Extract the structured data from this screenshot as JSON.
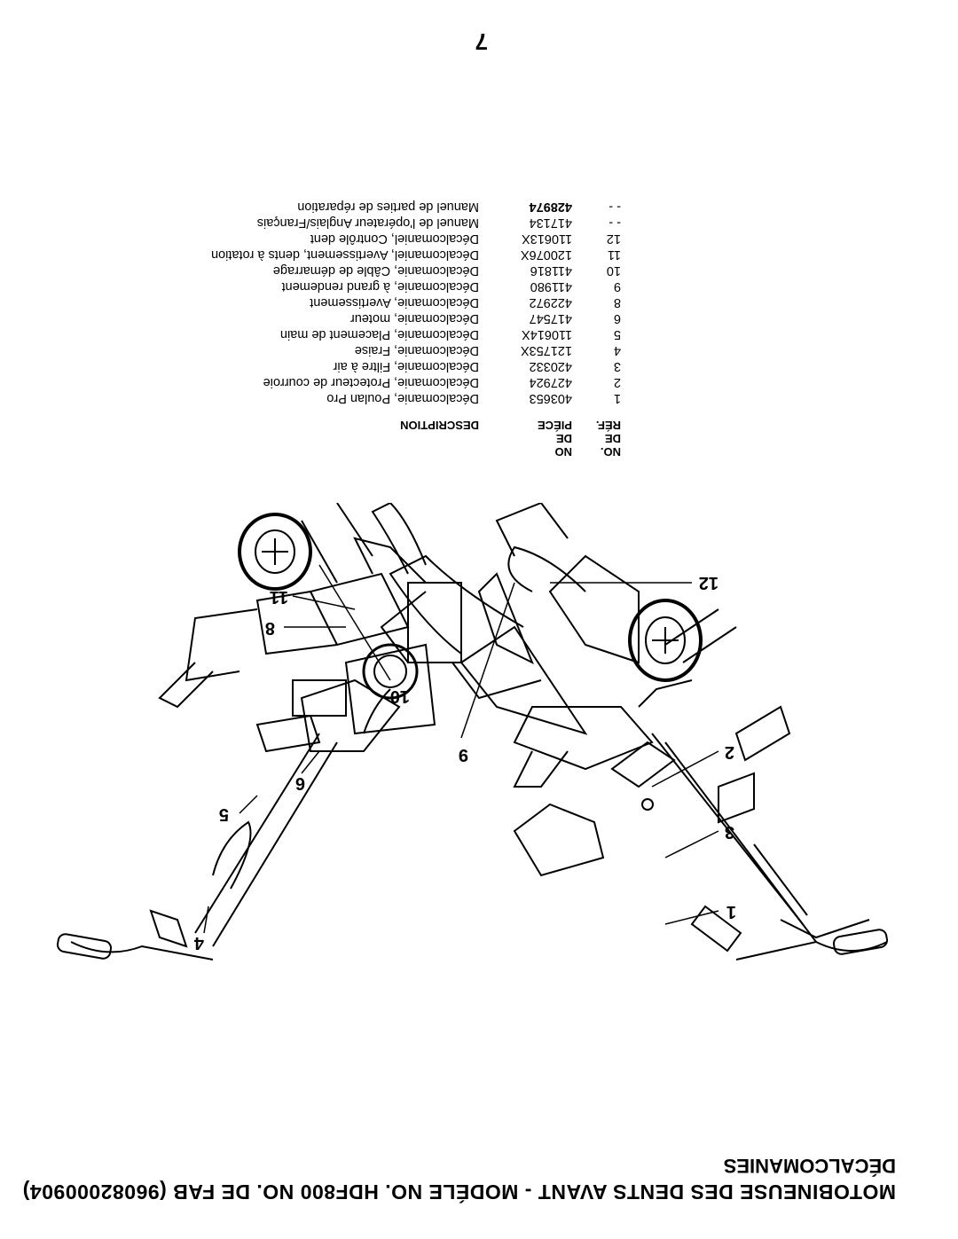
{
  "header": {
    "title": "MOTOBINEUSE DES DENTS AVANT - MODÉLE NO. HDF800 NO. DE FAB (96082000904)",
    "subtitle": "DÉCALCOMANIES"
  },
  "page_number": "7",
  "table": {
    "headers": {
      "ref": [
        "NO.",
        "DE",
        "RÉF."
      ],
      "part": [
        "NO",
        "DE",
        "PIÉCE"
      ],
      "desc": "DESCRIPTION"
    },
    "rows": [
      {
        "ref": "1",
        "part": "403653",
        "desc": "Décalcomanie, Poulan Pro"
      },
      {
        "ref": "2",
        "part": "427924",
        "desc": "Décalcomanie, Protecteur de courroie"
      },
      {
        "ref": "3",
        "part": "420332",
        "desc": "Décalcomanie, Filtre à air"
      },
      {
        "ref": "4",
        "part": "121753X",
        "desc": "Décalcomanie, Fraise"
      },
      {
        "ref": "5",
        "part": "110614X",
        "desc": "Décalcomanie, Placement de main"
      },
      {
        "ref": "6",
        "part": "417547",
        "desc": "Décalcomanie, moteur"
      },
      {
        "ref": "8",
        "part": "422972",
        "desc": "Décalcomanie, Avertissement"
      },
      {
        "ref": "9",
        "part": "411980",
        "desc": "Décalcomanie, à grand rendement"
      },
      {
        "ref": "10",
        "part": "411816",
        "desc": "Décalcomanie, Câble de démarrage"
      },
      {
        "ref": "11",
        "part": "120076X",
        "desc": "Décalcomaniel, Avertissement, dents à rotation"
      },
      {
        "ref": "12",
        "part": "110613X",
        "desc": "Décalcomaniel, Contrôle dent"
      },
      {
        "ref": "- -",
        "part": "417134",
        "desc": "Manuel de l'opérateur Anglais/Français"
      },
      {
        "ref": "- -",
        "part": "428974",
        "desc": "Manuel de parties de réparation",
        "bold_part": true
      }
    ]
  },
  "callouts": {
    "left": [
      "1",
      "2",
      "3",
      "12",
      "9"
    ],
    "right": [
      "4",
      "5",
      "6",
      "8",
      "11",
      "10"
    ]
  }
}
